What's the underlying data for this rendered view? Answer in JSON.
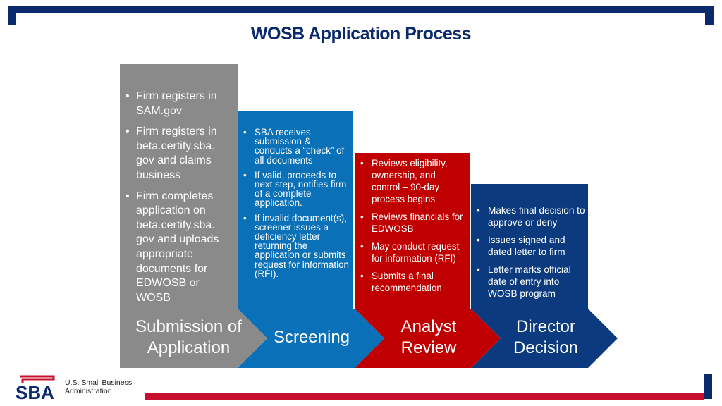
{
  "title": "WOSB Application Process",
  "stages": [
    {
      "label_lines": [
        "Submission of",
        "Application"
      ],
      "color": "#8a8a8a",
      "bullets": [
        "Firm registers in SAM.gov",
        "Firm registers in beta.certify.sba. gov and claims business",
        "Firm completes application on beta.certify.sba. gov and uploads appropriate documents for EDWOSB or WOSB"
      ]
    },
    {
      "label_lines": [
        "Screening"
      ],
      "color": "#0a71b8",
      "bullets": [
        "SBA receives submission & conducts a “check” of all documents",
        "If valid, proceeds to next step, notifies firm of a complete application.",
        "If invalid document(s), screener issues a deficiency letter returning the application or submits request for information (RFI)."
      ]
    },
    {
      "label_lines": [
        "Analyst",
        "Review"
      ],
      "color": "#c00000",
      "bullets": [
        "Reviews eligibility, ownership, and control – 90-day process begins",
        "Reviews financials for EDWOSB",
        "May conduct request for information (RFI)",
        "Submits a final recommendation"
      ]
    },
    {
      "label_lines": [
        "Director",
        "Decision"
      ],
      "color": "#0b3a7e",
      "bullets": [
        "Makes final decision to approve or deny",
        "Issues signed and dated letter to firm",
        "Letter marks official date of entry into WOSB program"
      ]
    }
  ],
  "logo": {
    "mark": "SBA",
    "name_line1": "U.S. Small Business",
    "name_line2": "Administration"
  },
  "colors": {
    "navy": "#0b2a6b",
    "red": "#c8102e"
  }
}
